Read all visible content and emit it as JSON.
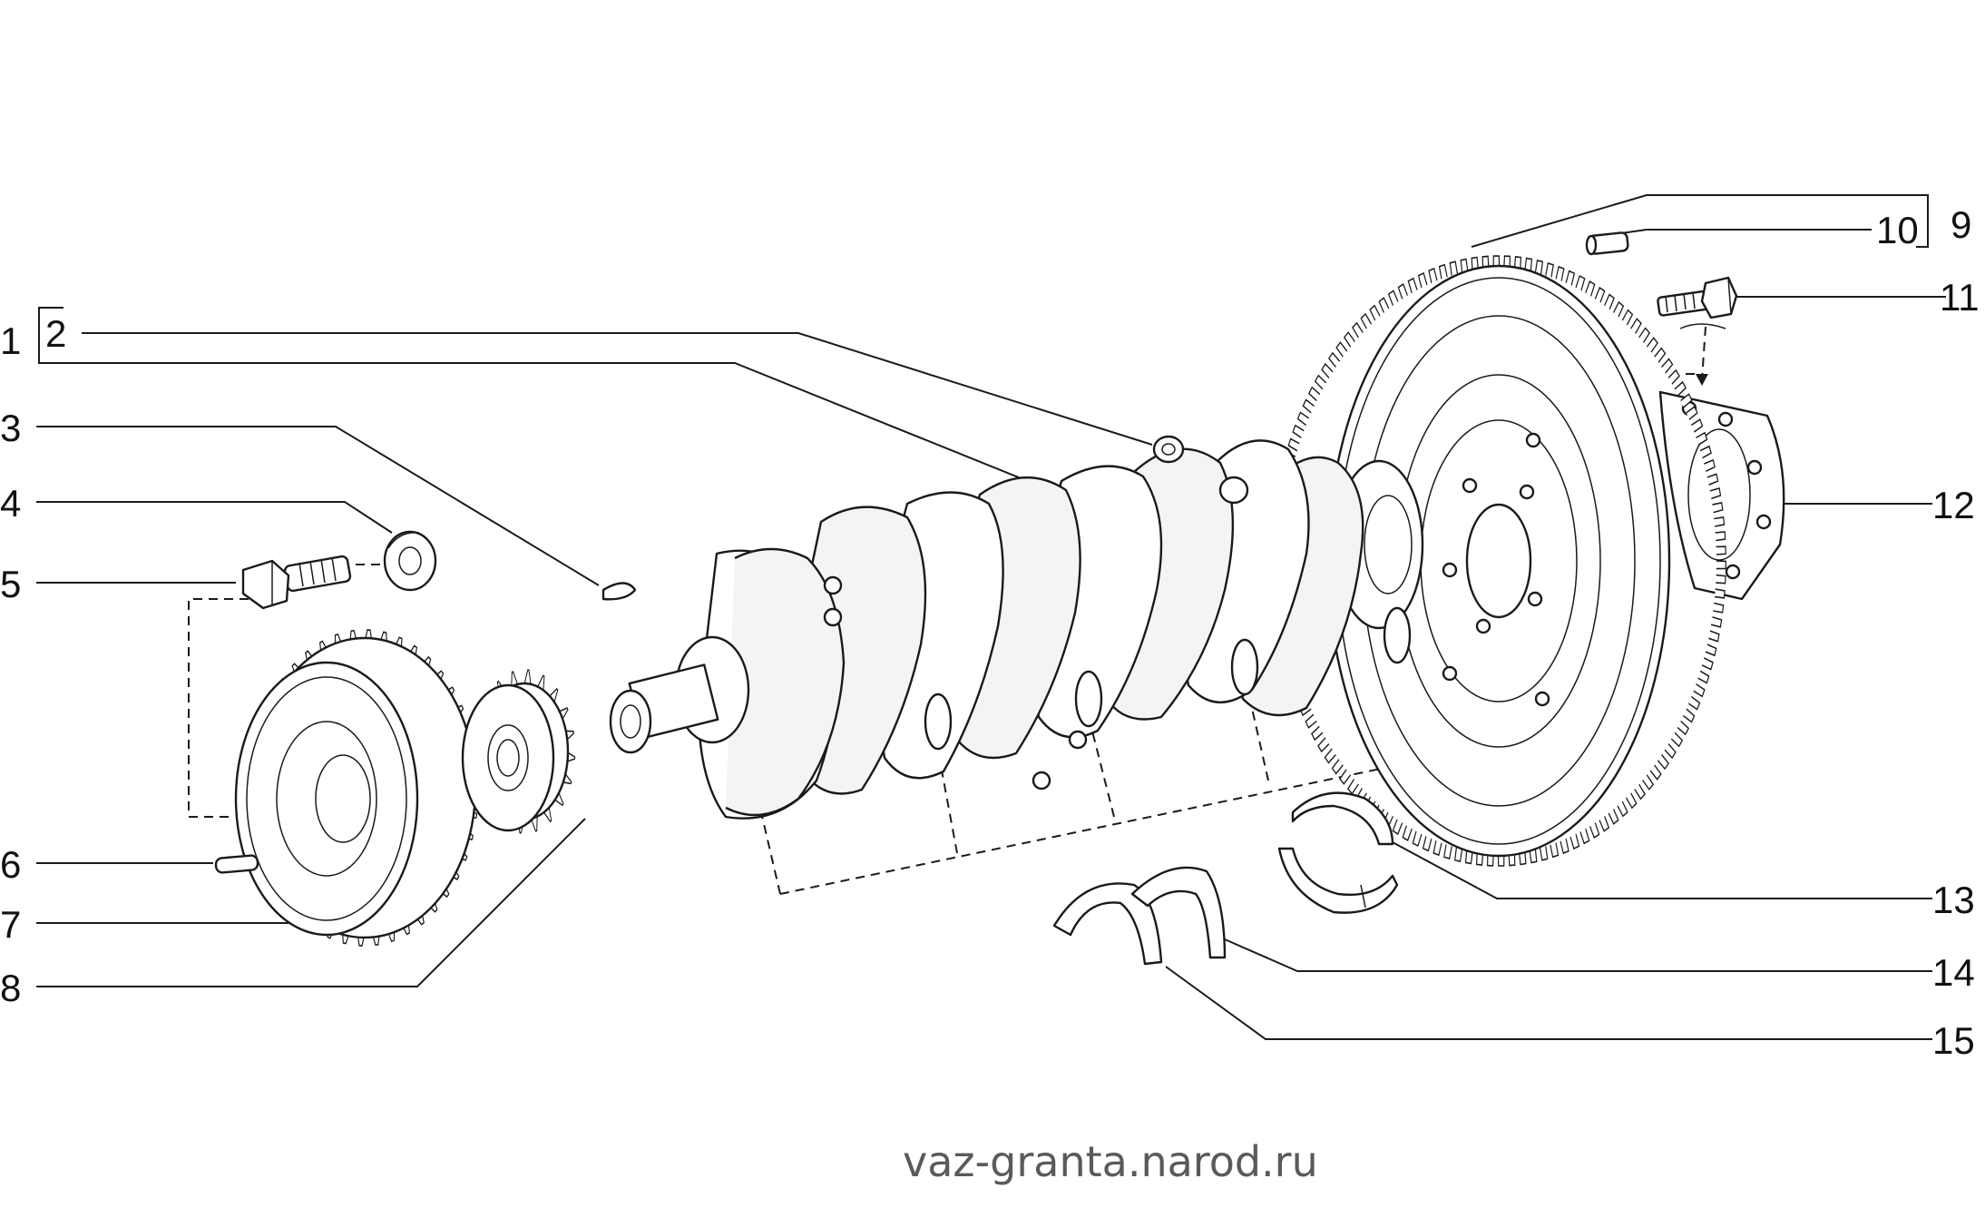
{
  "callouts": {
    "c1": "1",
    "c2": "2",
    "c3": "3",
    "c4": "4",
    "c5": "5",
    "c6": "6",
    "c7": "7",
    "c8": "8",
    "c9": "9",
    "c10": "10",
    "c11": "11",
    "c12": "12",
    "c13": "13",
    "c14": "14",
    "c15": "15"
  },
  "watermark": "vaz-granta.narod.ru",
  "colors": {
    "line": "#1a1a1a",
    "background": "#ffffff",
    "watermark": "#5a5a5a"
  }
}
